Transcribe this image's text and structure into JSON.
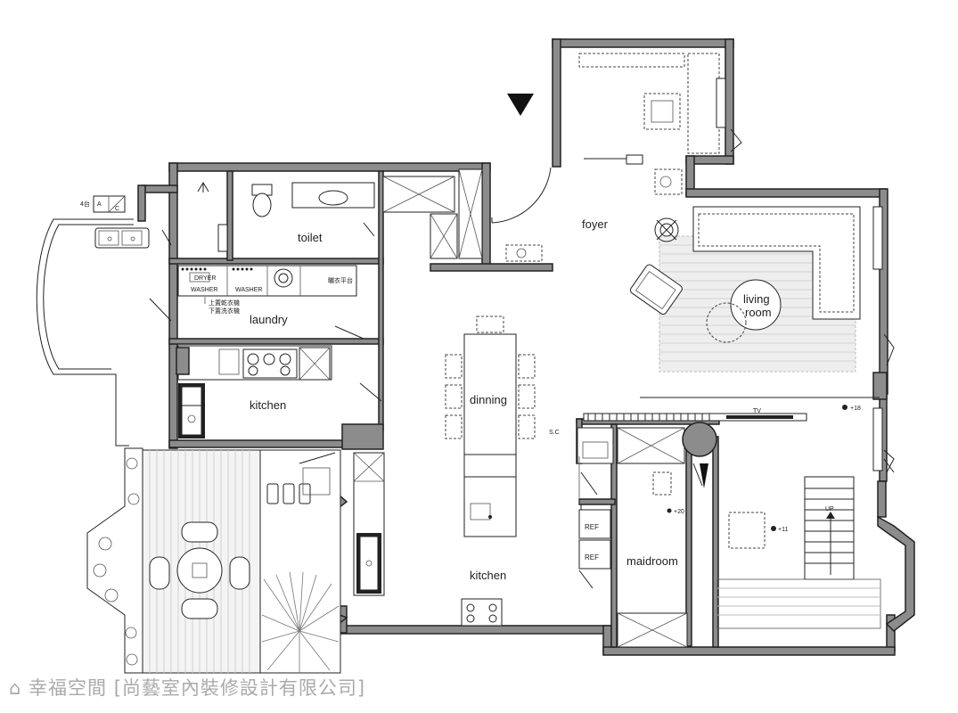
{
  "rooms": {
    "foyer": "foyer",
    "living_line1": "living",
    "living_line2": "room",
    "toilet": "toilet",
    "laundry": "laundry",
    "kitchen_small": "kitchen",
    "dinning": "dinning",
    "kitchen_main": "kitchen",
    "maidroom": "maidroom"
  },
  "appliances": {
    "dryer": "DRYER",
    "washer_1": "WASHER",
    "washer_2": "WASHER",
    "note_line1": "上置乾衣機",
    "note_line2": "下置洗衣機",
    "counter": "曬衣平台",
    "ref_1": "REF",
    "ref_2": "REF",
    "tv": "TV",
    "sc": "S.C"
  },
  "markers": {
    "stair_up": "UP",
    "level_18": "+18",
    "level_20": "+20",
    "level_11": "+11",
    "note_4tai": "4台",
    "box_a": "A",
    "box_c": "C"
  },
  "watermark": {
    "brand": "幸福空間",
    "company": "[尚藝室內裝修設計有限公司]"
  },
  "colors": {
    "wall": "#8c8c8c",
    "line": "#222222",
    "watermark": "#aaaaaa"
  }
}
